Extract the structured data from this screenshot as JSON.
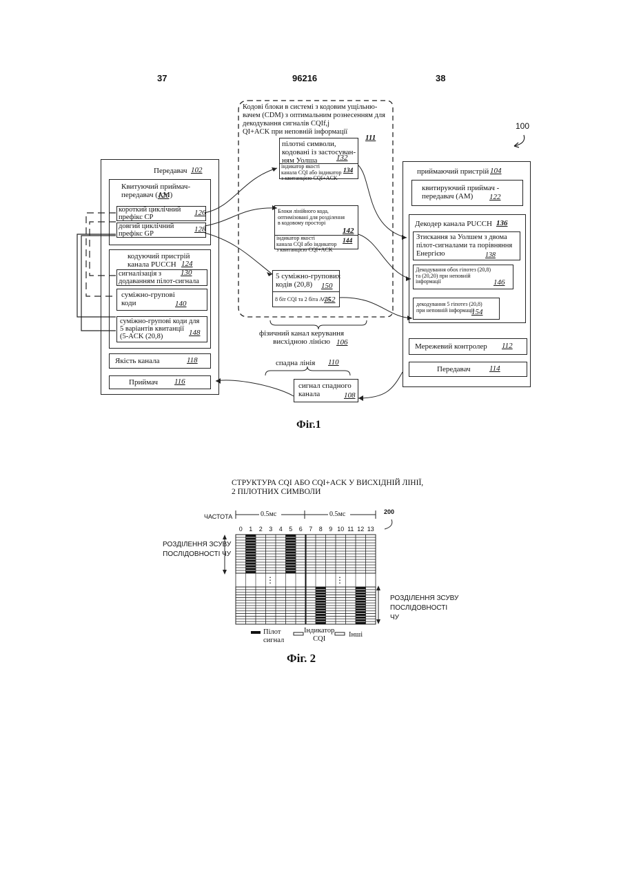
{
  "header": {
    "left_page": "37",
    "doc_number": "96216",
    "right_page": "38"
  },
  "fig1": {
    "caption": "Фіг.1",
    "system_ref": "100",
    "cdm_box": {
      "text": "Кодові блоки в системі з кодовим ущільню-\nвачем (CDM) з оптимальним рознесенням для\nдекодування сигналів CQIf,j\nQI+ACK при неповній інформації",
      "ref": "111"
    },
    "pilot_box": {
      "text": "пілотні символи,\nкодовані із застосуван-\nням Уолша",
      "ref": "132",
      "sub": "індикатор якості\nканала CQI або індикатор\nз квитанцією CQI+ACK",
      "sub_ref": "134"
    },
    "block_box": {
      "text": "Блоки лінійного кода,\nоптимізовані для розділення\nв кодовому просторі",
      "ref": "142",
      "sub": "індикатор якості\nканала CQI або індикатор\nз квитанцією CQI+ACK",
      "sub_ref": "144"
    },
    "coset_box": {
      "text": "5 суміжно-групових\nкодів (20,8)",
      "ref": "150",
      "sub": "8 біт CQI та 2 біта ACK",
      "sub_ref": "152"
    },
    "physical_channel": {
      "text": "фізичний канал керування\nвисхідною лінією",
      "ref": "106"
    },
    "downlink": {
      "text": "спадна лінія",
      "ref": "110"
    },
    "downlink_signal": {
      "text": "сигнал спадного\nканала",
      "ref": "108"
    },
    "transmitter": {
      "title": "Передавач",
      "ref": "102",
      "am": {
        "text": "Квитуючий приймач-\nпередавач (АМ)",
        "ref": "120"
      },
      "short_cp": {
        "text": "короткий циклічний\nпрефікс СР",
        "ref": "126"
      },
      "long_cp": {
        "text": "довгий циклічний\nпрефікс GP",
        "ref": "128"
      },
      "encoder": {
        "text": "кодуючий пристрій\nканала PUCCH",
        "ref": "124"
      },
      "pilot_signal": {
        "text": "сигналізація з\nдодаванням пілот-сигнала",
        "ref": "130"
      },
      "coset": {
        "text": "суміжно-групові\nкоди",
        "ref": "140"
      },
      "coset5": {
        "text": "суміжно-групові коди для\n5 варіантів квитанції\n(5-ACK (20,8)",
        "ref": "148"
      },
      "quality": {
        "text": "Якість канала",
        "ref": "118"
      },
      "receiver": {
        "text": "Приймач",
        "ref": "116"
      }
    },
    "receiver_dev": {
      "title": "приймаючий пристрій",
      "ref": "104",
      "am": {
        "text": "квитируючий приймач -\nпередавач (АМ)",
        "ref": "122"
      },
      "decoder": {
        "text": "Декодер канала PUCCH",
        "ref": "136"
      },
      "walsh": {
        "text": "Зтискання за Уолшем з двома\nпілот-сигналами та порівняння\nЕнергією",
        "ref": "138"
      },
      "decode_both": {
        "text": "Декодування обох гіпотез (20,8)\nта (20,20) при неповній\nінформації",
        "ref": "146"
      },
      "decode5": {
        "text": "декодування 5 гіпотез (20,8)\nпри неповній інформації",
        "ref": "154"
      },
      "network": {
        "text": "Мережевий контролер",
        "ref": "112"
      },
      "transmitter": {
        "text": "Передавач",
        "ref": "114"
      }
    }
  },
  "fig2": {
    "caption": "Фіг. 2",
    "title": "СТРУКТУРА CQI АБО CQI+ACK У ВИСХІДНІЙ ЛІНІЇ,\n2 ПІЛОТНИХ СИМВОЛИ",
    "ref": "200",
    "freq_label": "ЧАСТОТА",
    "half_ms": "0.5мс",
    "columns": [
      "0",
      "1",
      "2",
      "3",
      "4",
      "5",
      "6",
      "7",
      "8",
      "9",
      "10",
      "11",
      "12",
      "13"
    ],
    "left_label": "РОЗДІЛЕННЯ ЗСУВУ\nПОСЛІДОВНОСТІ ЧУ",
    "right_label": "РОЗДІЛЕННЯ ЗСУВУ\nПОСЛІДОВНОСТІ\nЧУ",
    "dots": "⋮",
    "legend": [
      {
        "label": "Пілот\nсигнал"
      },
      {
        "label": "Індикатор\nCQI"
      },
      {
        "label": "Інші"
      }
    ]
  }
}
